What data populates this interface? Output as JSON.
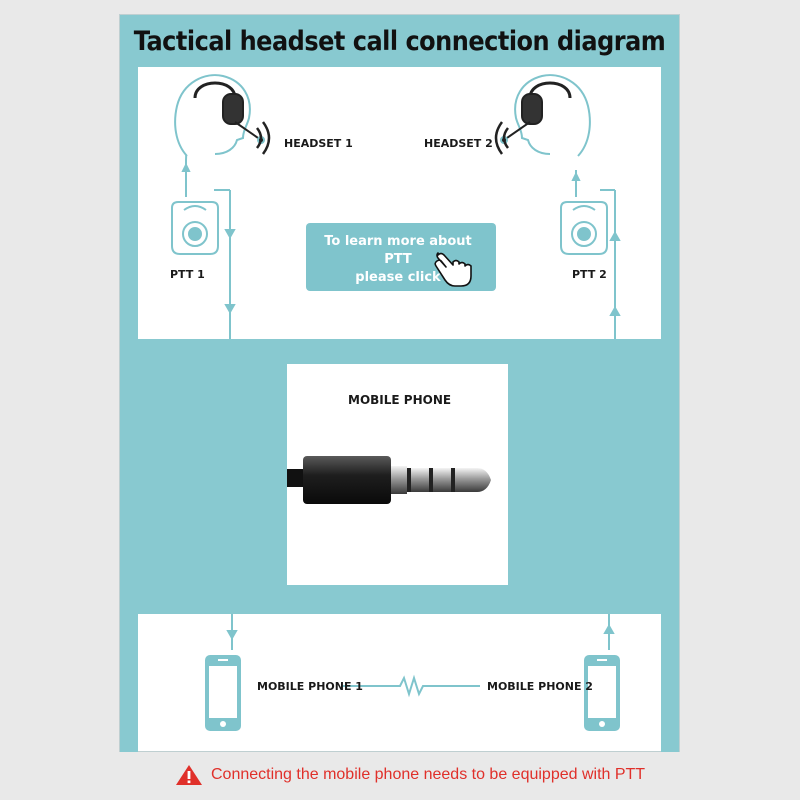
{
  "title": "Tactical headset call connection diagram",
  "labels": {
    "headset1": "HEADSET 1",
    "headset2": "HEADSET 2",
    "ptt1": "PTT 1",
    "ptt2": "PTT 2",
    "mobile_phone": "MOBILE PHONE",
    "mobile_phone1": "MOBILE PHONE 1",
    "mobile_phone2": "MOBILE PHONE 2"
  },
  "button": {
    "line1": "To learn more about PTT",
    "line2": "please click"
  },
  "warning": "Connecting the mobile phone needs to be equipped with PTT",
  "colors": {
    "band": "#88c9d0",
    "line": "#7fc4cc",
    "warning": "#e0302a",
    "title_text": "#111111"
  },
  "icons": [
    "headset-icon",
    "ptt-icon",
    "audio-jack-icon",
    "mobile-phone-icon",
    "hand-cursor-icon",
    "warning-icon"
  ]
}
